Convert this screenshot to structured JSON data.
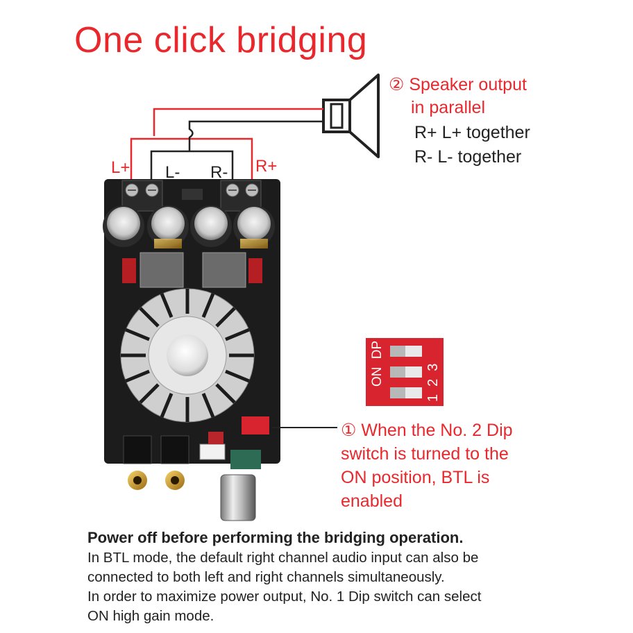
{
  "title": "One click bridging",
  "labels": {
    "l_plus": "L+",
    "l_minus": "L-",
    "r_minus": "R-",
    "r_plus": "R+"
  },
  "speaker_note": {
    "line1": "② Speaker output",
    "line2": "in parallel",
    "line3": "R+ L+ together",
    "line4": "R- L- together"
  },
  "dip_callout": {
    "line1": "① When the No. 2 Dip",
    "line2": "switch is turned to the",
    "line3": "ON position, BTL is",
    "line4": "enabled"
  },
  "dip_switch": {
    "on_label": "ON",
    "dp_label": "DP",
    "numbers": [
      "1",
      "2",
      "3"
    ]
  },
  "footer": {
    "heading": "Power off before performing the bridging operation.",
    "lines": [
      "In BTL mode, the default right channel audio input can also be",
      "connected to both left and right channels simultaneously.",
      "In order to maximize power output, No. 1 Dip switch can select",
      "ON high gain mode."
    ]
  },
  "colors": {
    "accent_red": "#e8282d",
    "text_dark": "#222222",
    "board": "#1c1c1c",
    "dip_body": "#d8242f"
  }
}
